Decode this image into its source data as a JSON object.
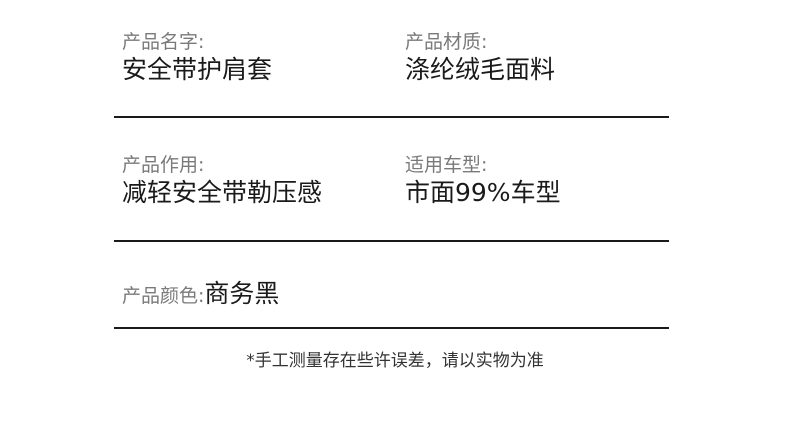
{
  "specs": {
    "name": {
      "label": "产品名字:",
      "value": "安全带护肩套"
    },
    "material": {
      "label": "产品材质:",
      "value": "涤纶绒毛面料"
    },
    "function": {
      "label": "产品作用:",
      "value": "减轻安全带勒压感"
    },
    "fit": {
      "label": "适用车型:",
      "value": "市面99%车型"
    },
    "color": {
      "label": "产品颜色:",
      "value": "商务黑"
    }
  },
  "note": "*手工测量存在些许误差，请以实物为准",
  "colors": {
    "label": "#7a7a7a",
    "value": "#1a1a1a",
    "divider": "#1a1a1a",
    "background": "#ffffff"
  }
}
